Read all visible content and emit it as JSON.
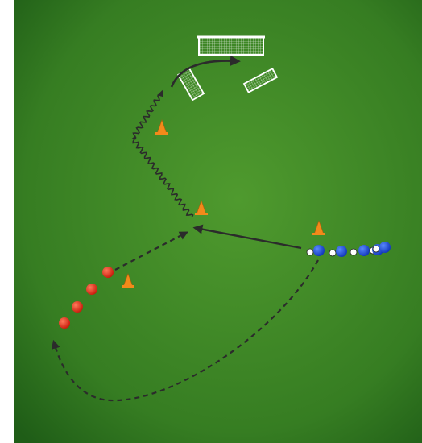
{
  "diagram": {
    "surface": "grass",
    "colors": {
      "grass_light": "#4f9a2e",
      "grass_dark": "#1f5d17",
      "cone": "#f28a1a",
      "red_player": "#e8240f",
      "blue_player": "#1a4fe0",
      "line": "#2b2b2b",
      "goal": "#ffffff"
    },
    "counts": {
      "red_players": 4,
      "blue_players": 5,
      "cones": 4,
      "goals": 3,
      "balls": 5
    },
    "arrow_styles": [
      "dashed-run",
      "solid-pass",
      "dribble-wave",
      "curved-shot"
    ]
  }
}
